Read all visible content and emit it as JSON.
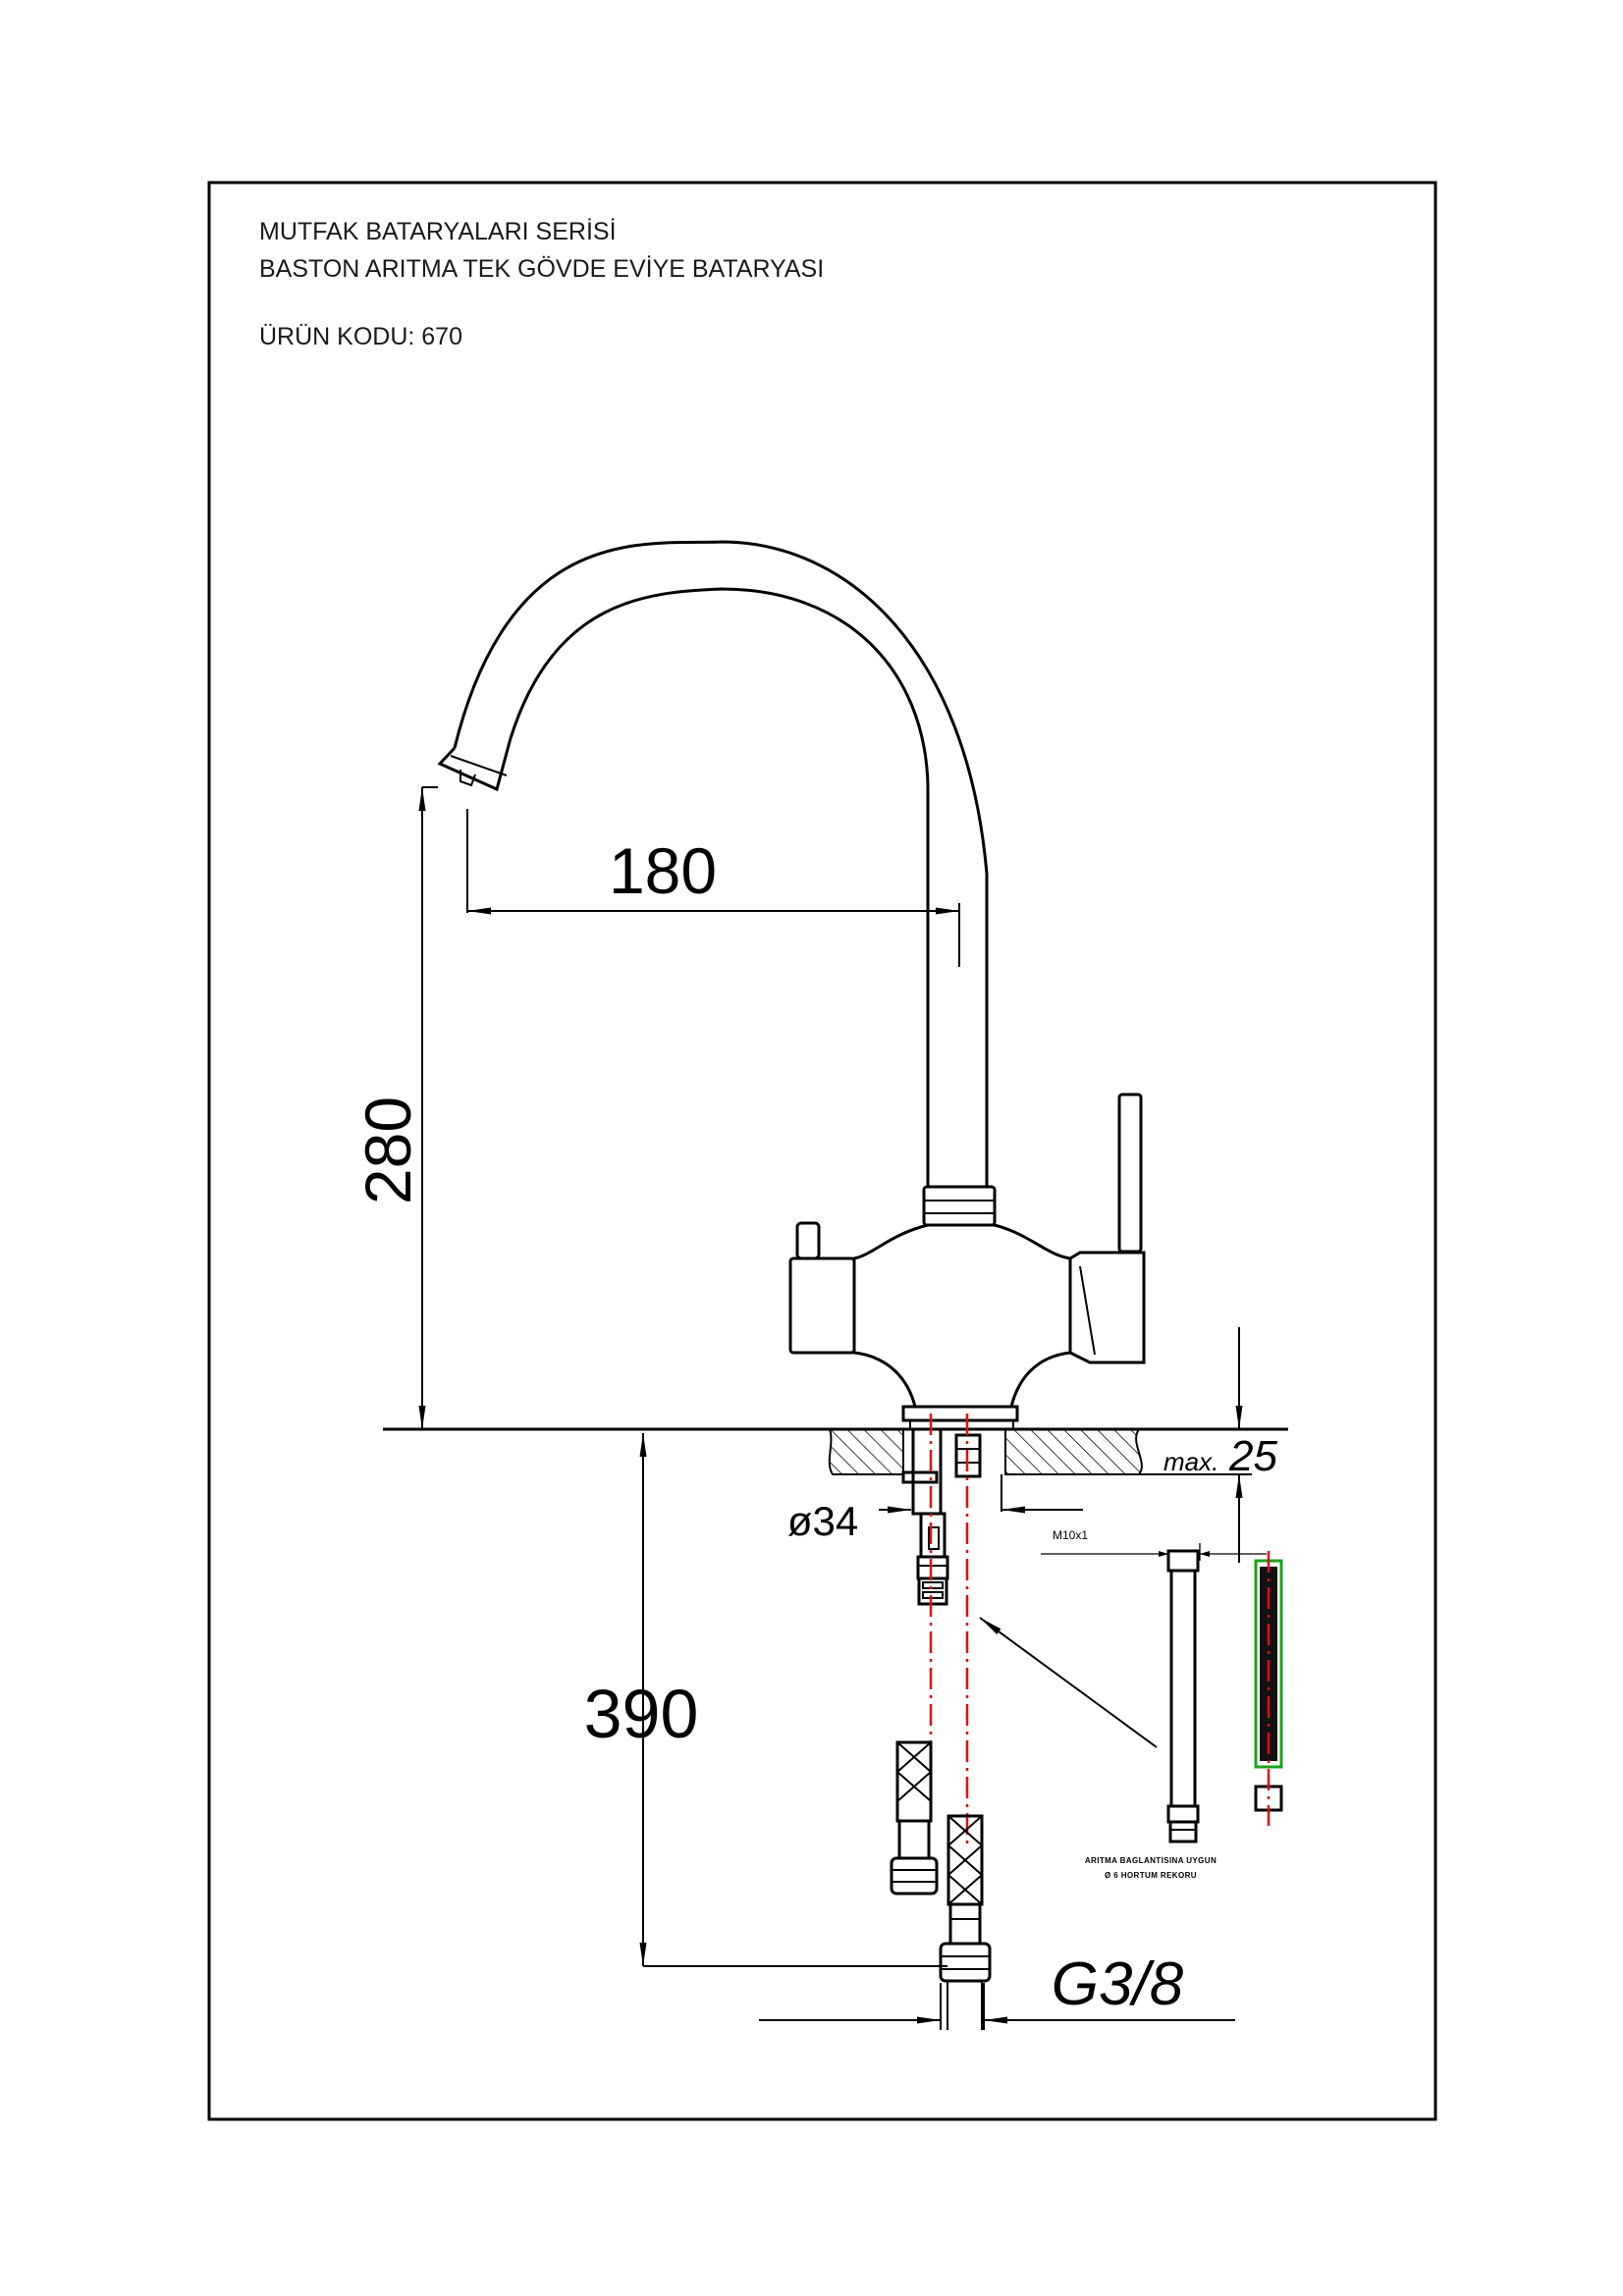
{
  "header": {
    "series": "MUTFAK BATARYALARI SERİSİ",
    "product_name": "BASTON ARITMA TEK GÖVDE EVİYE BATARYASI",
    "product_code": "ÜRÜN KODU: 670"
  },
  "dimensions": {
    "spout_reach": "180",
    "spout_height": "280",
    "hose_length": "390",
    "body_diameter": "ø34",
    "max_counter_prefix": "max.",
    "max_counter_value": "25",
    "filter_thread": "M10x1",
    "hose_thread": "G3/8"
  },
  "notes": {
    "filter_line_1": "ARITMA BAGLANTISINA UYGUN",
    "filter_line_2": "Ø 6 HORTUM REKORU"
  },
  "colors": {
    "outline": "#000000",
    "centerline": "#e01010",
    "seal": "#1aa31a"
  }
}
